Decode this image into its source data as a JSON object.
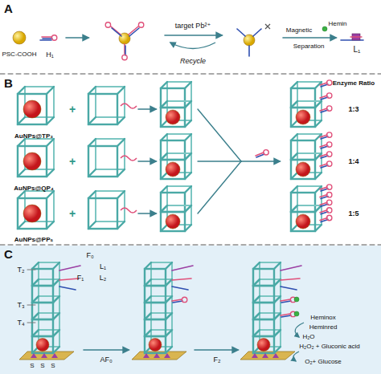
{
  "diagram": {
    "nodes": [
      {
        "text": [
          "A"
        ]
      },
      {
        "text": [
          "B"
        ]
      },
      {
        "text": [
          "C"
        ]
      }
    ],
    "labels": [
      "PSC-COOH",
      "H₁",
      "target Pb²⁺",
      "Recycle",
      "Magnetic",
      "Hemin",
      "Separation",
      "L₁",
      "+",
      "AuNPs@TP₃",
      "Enzyme Ratio",
      "1:3",
      "+",
      "AuNPs@QP₄",
      "1:4",
      "+",
      "AuNPs@PP₅",
      "1:5",
      "T₂",
      "F₀",
      "L₁",
      "F₁",
      "L₂",
      "T₃",
      "T₄",
      "S",
      "S",
      "S",
      "AF₀",
      "F₂",
      "Heminox",
      "Heminred",
      "H₂O",
      "H₂O₂ + Gluconic acid",
      "O₂+ Glucose"
    ]
  }
}
